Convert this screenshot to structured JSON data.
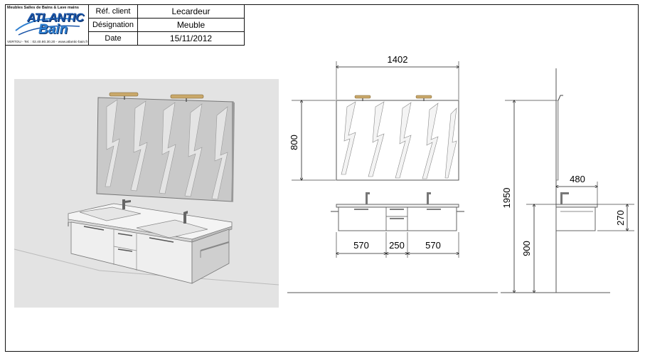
{
  "company": {
    "tagline": "Meubles Salles de Bains & Lave mains",
    "logo_word1": "ATLANTIC",
    "logo_word2": "Bain",
    "contact": "VERTOU - Tel. : 02.40.80.30.20 - www.atlantic-bain.fr"
  },
  "titleblock": {
    "client_label": "Réf. client",
    "client_value": "Lecardeur",
    "designation_label": "Désignation",
    "designation_value": "Meuble",
    "date_label": "Date",
    "date_value": "15/11/2012"
  },
  "dimensions": {
    "total_width": "1402",
    "mirror_height": "800",
    "left_unit": "570",
    "center_unit": "250",
    "right_unit": "570",
    "total_height": "1950",
    "depth": "480",
    "unit_height": "270",
    "floor_height": "900"
  },
  "colors": {
    "brand_blue": "#1a55a8",
    "render_bg": "#e2e2e2",
    "lamp_gold": "#c9a86a"
  }
}
